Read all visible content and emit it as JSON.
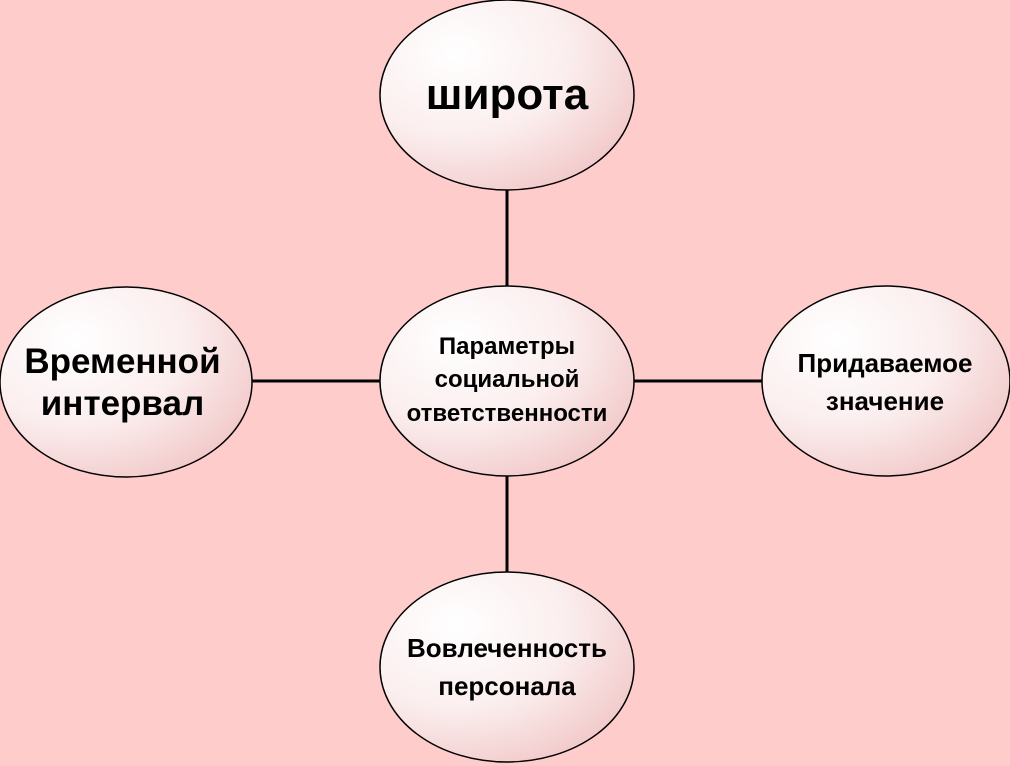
{
  "diagram": {
    "center": {
      "label": "Параметры\nсоциальной\nответственности"
    },
    "nodes": {
      "top": {
        "label": "широта"
      },
      "left": {
        "label": "Временной\nинтервал"
      },
      "right": {
        "label": "Придаваемое\nзначение"
      },
      "bottom": {
        "label": "Вовлеченность\nперсонала"
      }
    },
    "colors": {
      "background": "#ffcccc",
      "node_fill_light": "#ffffff",
      "node_fill_dark": "#f2caca",
      "stroke": "#000000"
    }
  }
}
